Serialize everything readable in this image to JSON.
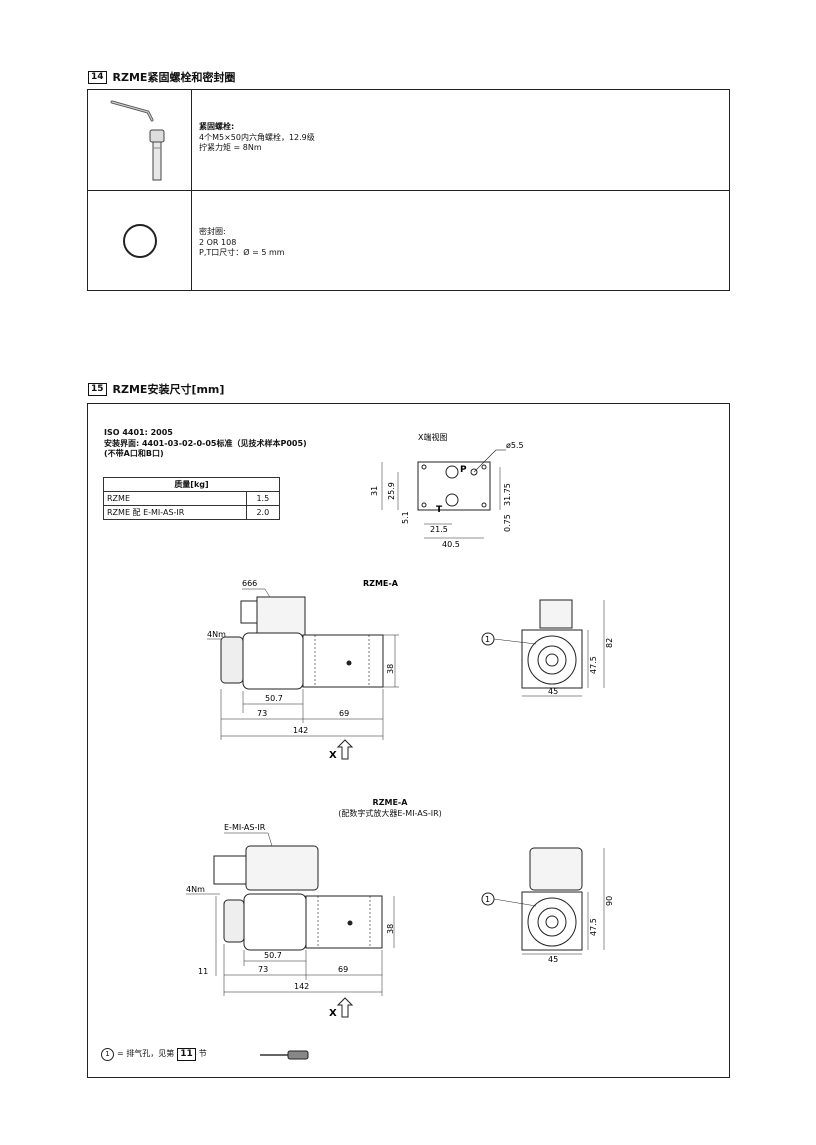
{
  "section14": {
    "number": "14",
    "title": "RZME紧固螺栓和密封圈",
    "bolts": {
      "heading": "紧固螺栓:",
      "line1": "4个M5×50内六角螺栓，12.9级",
      "line2": "拧紧力矩 = 8Nm"
    },
    "seals": {
      "heading": "密封圈:",
      "line1": "2 OR 108",
      "line2": "P,T口尺寸：Ø = 5 mm"
    }
  },
  "section15": {
    "number": "15",
    "title": "RZME安装尺寸[mm]",
    "iso_line": "ISO 4401: 2005",
    "interface_line": "安装界面: 4401-03-02-0-05标准（见技术样本P005)",
    "ports_line": "(不带A口和B口)",
    "mass_table": {
      "header": "质量[kg]",
      "rows": [
        {
          "model": "RZME",
          "mass": "1.5"
        },
        {
          "model": "RZME 配 E-MI-AS-IR",
          "mass": "2.0"
        }
      ]
    },
    "x_view": {
      "title": "X端视图",
      "dims": {
        "d_hole": "ø5.5",
        "h31": "31",
        "h25_9": "25.9",
        "h5_1": "5.1",
        "w21_5": "21.5",
        "w40_5": "40.5",
        "h31_75": "31.75",
        "h0_75": "0.75"
      },
      "port_p": "P",
      "port_t": "T"
    },
    "drawing_a": {
      "title": "RZME-A",
      "connector": "666",
      "torque": "4Nm",
      "d50_7": "50.7",
      "d73": "73",
      "d69": "69",
      "d142": "142",
      "d38": "38",
      "x_label": "X",
      "side_d45": "45",
      "side_d47_5": "47.5",
      "side_d82": "82",
      "callout": "1"
    },
    "drawing_b": {
      "title": "RZME-A",
      "subtitle": "(配数字式放大器E-MI-AS-IR)",
      "amplifier": "E-MI-AS-IR",
      "torque": "4Nm",
      "d11": "11",
      "d50_7": "50.7",
      "d73": "73",
      "d69": "69",
      "d142": "142",
      "d38": "38",
      "x_label": "X",
      "side_d45": "45",
      "side_d47_5": "47.5",
      "side_d90": "90",
      "callout": "1"
    },
    "footnote": {
      "callout": "1",
      "text": "= 排气孔，见第",
      "ref": "11",
      "suffix": "节"
    }
  }
}
